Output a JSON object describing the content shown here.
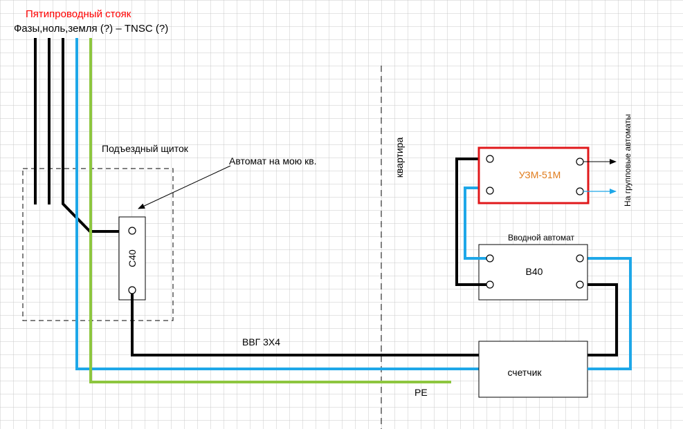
{
  "header": {
    "title": "Пятипроводный стояк",
    "subtitle": "Фазы,ноль,земля (?) – TNSC (?)"
  },
  "labels": {
    "panel": "Подъездный щиток",
    "breaker_note": "Автомат на мою  кв.",
    "apartment": "квартира",
    "cable": "ВВГ 3Х4",
    "pe": "PE",
    "input_breaker_caption": "Вводной автомат",
    "to_group_breakers": "На групповые автоматы"
  },
  "devices": {
    "panel_breaker": "C40",
    "input_breaker": "B40",
    "rcd": "УЗМ-51М",
    "meter": "счетчик"
  },
  "colors": {
    "phase_wire": "#000000",
    "neutral_wire": "#1ea7e8",
    "pe_wire": "#8dc63f",
    "title_red": "#ff0000",
    "rcd_border": "#e0181b",
    "rcd_text": "#e07b1a",
    "grid": "#c8c8c8"
  }
}
